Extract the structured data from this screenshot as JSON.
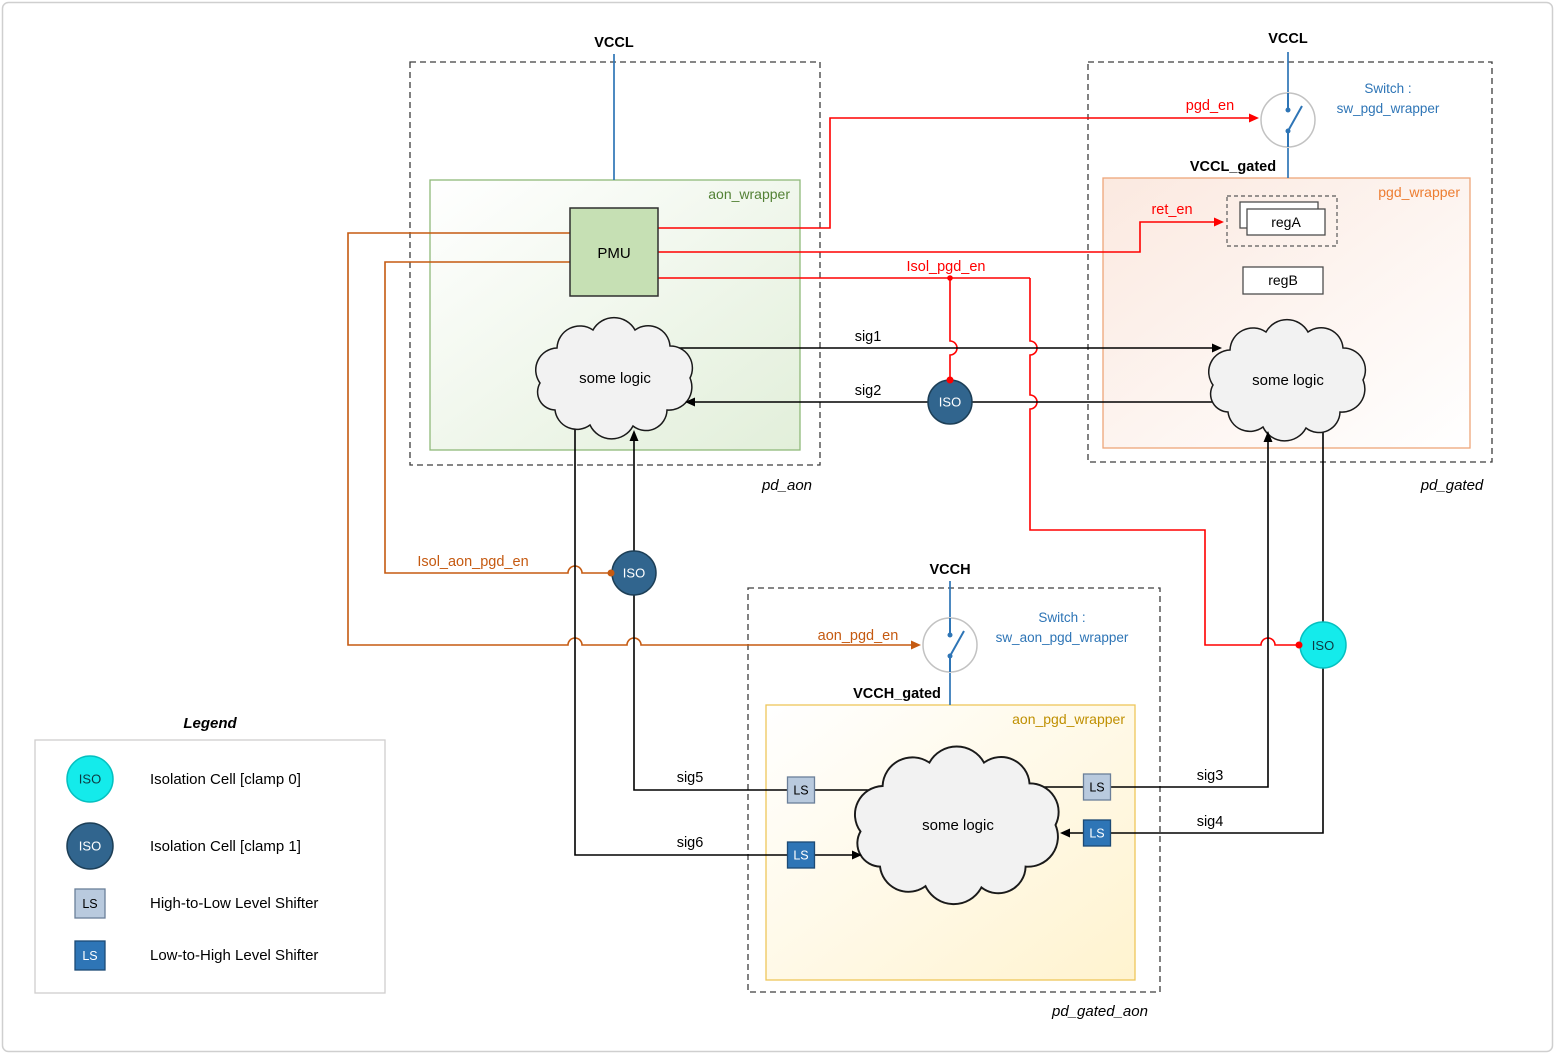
{
  "power_rails": {
    "vccl_aon": "VCCL",
    "vccl_gated_supply": "VCCL",
    "vcch": "VCCH",
    "vccl_gated": "VCCL_gated",
    "vcch_gated": "VCCH_gated"
  },
  "domains": {
    "pd_aon": {
      "name": "pd_aon",
      "wrapper": "aon_wrapper",
      "pmu_label": "PMU",
      "logic_label": "some logic"
    },
    "pd_gated": {
      "name": "pd_gated",
      "wrapper": "pgd_wrapper",
      "switch_prefix": "Switch :",
      "switch_name": "sw_pgd_wrapper",
      "reg_a": "regA",
      "reg_b": "regB",
      "logic_label": "some logic"
    },
    "pd_gated_aon": {
      "name": "pd_gated_aon",
      "wrapper": "aon_pgd_wrapper",
      "switch_prefix": "Switch :",
      "switch_name": "sw_aon_pgd_wrapper",
      "logic_label": "some logic"
    }
  },
  "control_signals": {
    "pgd_en": "pgd_en",
    "ret_en": "ret_en",
    "isol_pgd_en": "Isol_pgd_en",
    "isol_aon_pgd_en": "Isol_aon_pgd_en",
    "aon_pgd_en": "aon_pgd_en"
  },
  "signals": {
    "sig1": "sig1",
    "sig2": "sig2",
    "sig3": "sig3",
    "sig4": "sig4",
    "sig5": "sig5",
    "sig6": "sig6"
  },
  "cells": {
    "iso_label": "ISO",
    "ls_label": "LS"
  },
  "legend": {
    "title": "Legend",
    "items": [
      {
        "symbol": "ISO",
        "label": "Isolation Cell [clamp 0]"
      },
      {
        "symbol": "ISO",
        "label": "Isolation Cell [clamp 1]"
      },
      {
        "symbol": "LS",
        "label": "High-to-Low Level Shifter"
      },
      {
        "symbol": "LS",
        "label": "Low-to-High Level Shifter"
      }
    ]
  },
  "colors": {
    "control_red": "#ff0000",
    "control_orange": "#c55a11",
    "supply_blue": "#2e75b6",
    "iso_clamp0_fill": "#14ebeb",
    "iso_clamp1_fill": "#31658e",
    "ls_high_to_low_fill": "#b9cade",
    "ls_low_to_high_fill": "#2e75b6",
    "pmu_fill": "#c6e0b4",
    "aon_wrapper_tint": "#e2efda",
    "pgd_wrapper_tint": "#fbe9e0",
    "aon_pgd_wrapper_tint": "#fff3cf"
  }
}
